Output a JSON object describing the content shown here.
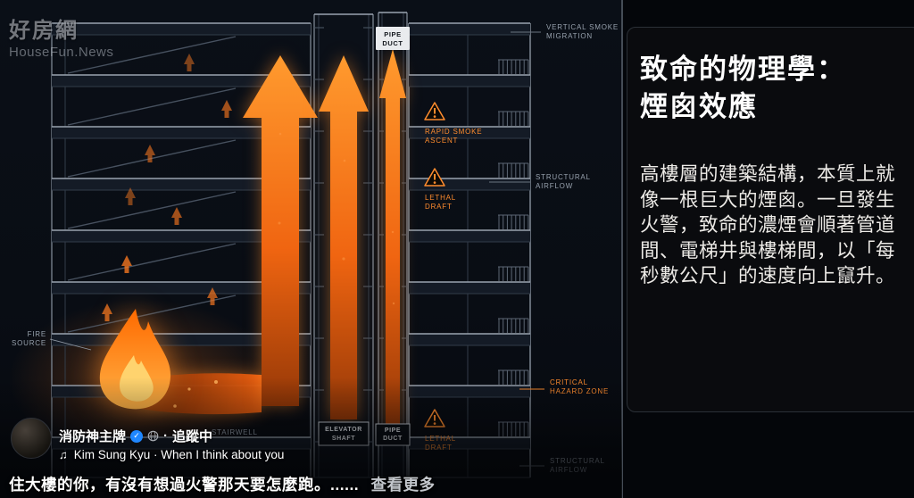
{
  "watermark": {
    "brand": "好房網",
    "sub": "HouseFun.News"
  },
  "panel": {
    "title": [
      "致命的物理學：",
      "煙囪效應"
    ],
    "body": "高樓層的建築結構，本質上就像一根巨大的煙囪。一旦發生火警，致命的濃煙會順著管道間、電梯井與樓梯間，以「每秒數公尺」的速度向上竄升。"
  },
  "diagram": {
    "fire_source": [
      "FIRE",
      "SOURCE"
    ],
    "vertical_smoke_migration": [
      "VERTICAL SMOKE",
      "MIGRATION"
    ],
    "rapid_smoke_ascent": [
      "RAPID SMOKE",
      "ASCENT"
    ],
    "lethal_draft": [
      "LETHAL",
      "DRAFT"
    ],
    "structural_airflow": [
      "STRUCTURAL",
      "AIRFLOW"
    ],
    "critical_hazard_zone": [
      "CRITICAL",
      "HAZARD ZONE"
    ],
    "stairwell": "STAIRWELL",
    "elevator_shaft": [
      "ELEVATOR",
      "SHAFT"
    ],
    "pipe_duct": [
      "PIPE",
      "DUCT"
    ]
  },
  "social": {
    "username": "消防神主牌",
    "separator": "·",
    "following": "追蹤中",
    "music": "Kim Sung Kyu · When I think about you",
    "caption": "住大樓的你，有沒有想過火警那天要怎麼跑。......",
    "see_more": "查看更多"
  },
  "icons": {
    "music": "♫",
    "verified": "✓"
  },
  "colors": {
    "accent_orange": "#ff7a1a",
    "verified_blue": "#1f87ff",
    "background": "#04060a"
  }
}
